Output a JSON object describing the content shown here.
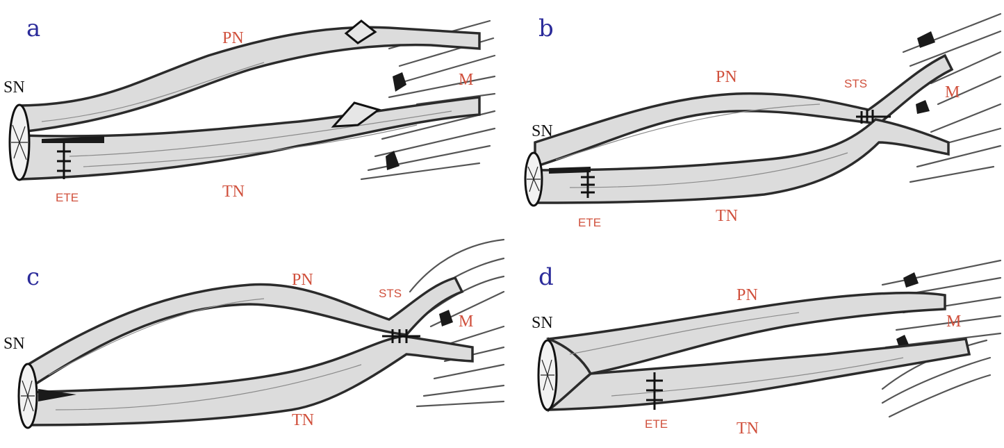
{
  "colors": {
    "panel_letter": "#2b2b9a",
    "black_label": "#111111",
    "red_label": "#d0503c"
  },
  "panels": {
    "a": {
      "letter": "a",
      "sn": "SN",
      "pn": "PN",
      "tn": "TN",
      "m": "M",
      "ete": "ETE"
    },
    "b": {
      "letter": "b",
      "sn": "SN",
      "pn": "PN",
      "tn": "TN",
      "m": "M",
      "ete": "ETE",
      "sts": "STS"
    },
    "c": {
      "letter": "c",
      "sn": "SN",
      "pn": "PN",
      "tn": "TN",
      "m": "M",
      "sts": "STS"
    },
    "d": {
      "letter": "d",
      "sn": "SN",
      "pn": "PN",
      "tn": "TN",
      "m": "M",
      "ete": "ETE"
    }
  }
}
